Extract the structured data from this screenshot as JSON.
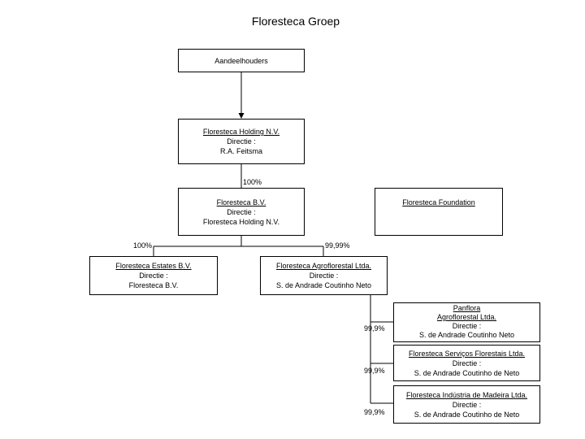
{
  "title": "Floresteca Groep",
  "nodes": {
    "shareholders": {
      "name": "Aandeelhouders"
    },
    "holding": {
      "name": "Floresteca Holding N.V.",
      "role": "Directie :",
      "person": "R.A. Feitsma"
    },
    "bv": {
      "name": "Floresteca B.V.",
      "role": "Directie :",
      "person": "Floresteca Holding N.V."
    },
    "foundation": {
      "name": "Floresteca Foundation"
    },
    "estates": {
      "name": "Floresteca Estates B.V.",
      "role": "Directie :",
      "person": "Floresteca B.V."
    },
    "agroflorestal": {
      "name": "Floresteca Agroflorestal Ltda.",
      "role": "Directie :",
      "person": "S. de Andrade Coutinho Neto"
    },
    "panflora": {
      "name_line1": "Panflora",
      "name_line2": "Agroflorestal Ltda.",
      "role": "Directie :",
      "person": "S. de Andrade Coutinho Neto"
    },
    "servicos": {
      "name": "Floresteca Serviços Florestais Ltda.",
      "role": "Directie :",
      "person": "S. de Andrade Coutinho de Neto"
    },
    "industria": {
      "name": "Floresteca Indústria de Madeira Ltda.",
      "role": "Directie :",
      "person": "S. de Andrade Coutinho de Neto"
    }
  },
  "ownership": {
    "holding_to_bv": "100%",
    "bv_to_estates": "100%",
    "bv_to_agroflorestal": "99,99%",
    "agro_to_panflora": "99,9%",
    "agro_to_servicos": "99,9%",
    "agro_to_industria": "99,9%"
  }
}
